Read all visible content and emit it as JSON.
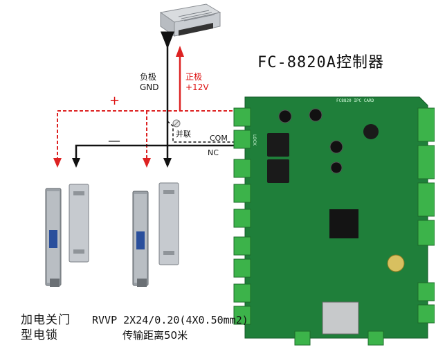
{
  "title": "FC-8820A控制器",
  "psu": {
    "negative_label": "负极",
    "negative_sub": "GND",
    "positive_label": "正极",
    "positive_sub": "+12V"
  },
  "wires": {
    "plus_sign": "+",
    "minus_sign": "—",
    "com_label": "COM",
    "nc_label": "NC",
    "parallel_label": "并联"
  },
  "lock": {
    "label_line1": "加电关门",
    "label_line2": "型电锁"
  },
  "cable": {
    "line1": "RVVP 2X24/0.20(4X0.50mm2)",
    "line2": "传输距离50米"
  },
  "colors": {
    "positive": "#dd2222",
    "negative": "#111111",
    "board": "#1f7f3a",
    "terminal": "#3cb34a"
  },
  "board_silkscreen": {
    "header": "FC8820  IPC  CARD",
    "relay_tag": "LOCK"
  }
}
